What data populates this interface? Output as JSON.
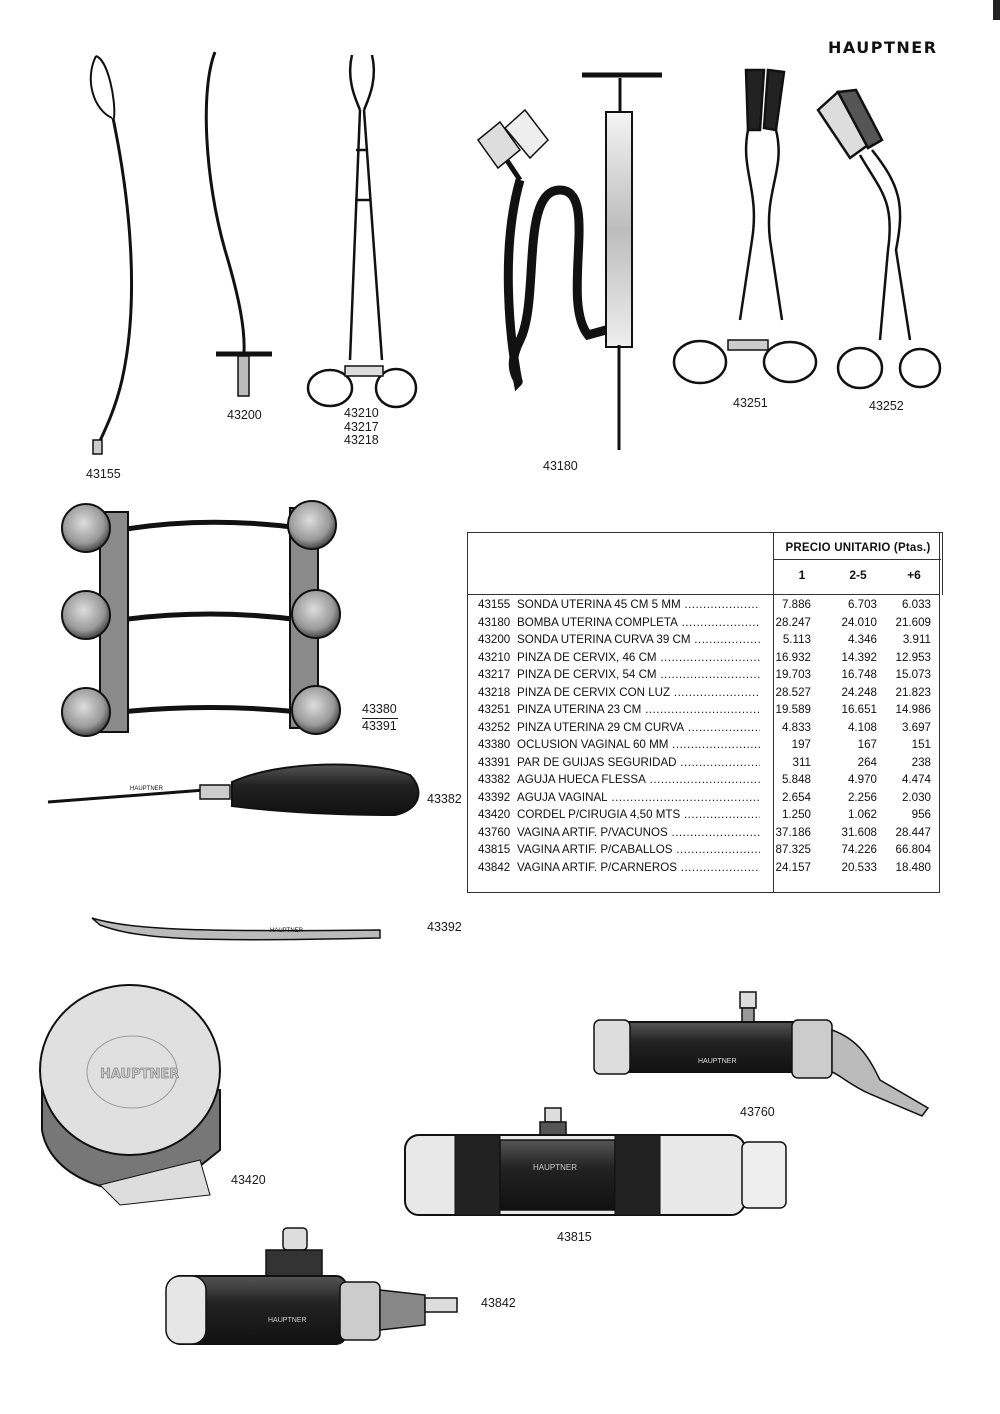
{
  "brand": "HAUPTNER",
  "product_labels": {
    "l43155": "43155",
    "l43200": "43200",
    "l43210": "43210",
    "l43217": "43217",
    "l43218": "43218",
    "l43180": "43180",
    "l43251": "43251",
    "l43252": "43252",
    "l43380": "43380",
    "l43391": "43391",
    "l43382": "43382",
    "l43392": "43392",
    "l43420": "43420",
    "l43760": "43760",
    "l43815": "43815",
    "l43842": "43842"
  },
  "price_table": {
    "title": "PRECIO UNITARIO (Ptas.)",
    "columns": [
      "1",
      "2-5",
      "+6"
    ],
    "rows": [
      {
        "code": "43155",
        "desc": "SONDA UTERINA 45 CM 5 MM",
        "p1": "7.886",
        "p2": "6.703",
        "p3": "6.033"
      },
      {
        "code": "43180",
        "desc": "BOMBA UTERINA COMPLETA",
        "p1": "28.247",
        "p2": "24.010",
        "p3": "21.609"
      },
      {
        "code": "43200",
        "desc": "SONDA UTERINA CURVA 39 CM",
        "p1": "5.113",
        "p2": "4.346",
        "p3": "3.911"
      },
      {
        "code": "43210",
        "desc": "PINZA DE CERVIX, 46 CM",
        "p1": "16.932",
        "p2": "14.392",
        "p3": "12.953"
      },
      {
        "code": "43217",
        "desc": "PINZA DE CERVIX, 54 CM",
        "p1": "19.703",
        "p2": "16.748",
        "p3": "15.073"
      },
      {
        "code": "43218",
        "desc": "PINZA DE CERVIX CON LUZ",
        "p1": "28.527",
        "p2": "24.248",
        "p3": "21.823"
      },
      {
        "code": "43251",
        "desc": "PINZA UTERINA 23 CM",
        "p1": "19.589",
        "p2": "16.651",
        "p3": "14.986"
      },
      {
        "code": "43252",
        "desc": "PINZA UTERINA 29 CM CURVA",
        "p1": "4.833",
        "p2": "4.108",
        "p3": "3.697"
      },
      {
        "code": "43380",
        "desc": "OCLUSION VAGINAL 60 MM",
        "p1": "197",
        "p2": "167",
        "p3": "151"
      },
      {
        "code": "43391",
        "desc": "PAR DE GUIJAS SEGURIDAD",
        "p1": "311",
        "p2": "264",
        "p3": "238"
      },
      {
        "code": "43382",
        "desc": "AGUJA HUECA FLESSA",
        "p1": "5.848",
        "p2": "4.970",
        "p3": "4.474"
      },
      {
        "code": "43392",
        "desc": "AGUJA VAGINAL",
        "p1": "2.654",
        "p2": "2.256",
        "p3": "2.030"
      },
      {
        "code": "43420",
        "desc": "CORDEL P/CIRUGIA 4,50 MTS",
        "p1": "1.250",
        "p2": "1.062",
        "p3": "956"
      },
      {
        "code": "43760",
        "desc": "VAGINA ARTIF. P/VACUNOS",
        "p1": "37.186",
        "p2": "31.608",
        "p3": "28.447"
      },
      {
        "code": "43815",
        "desc": "VAGINA ARTIF. P/CABALLOS",
        "p1": "87.325",
        "p2": "74.226",
        "p3": "66.804"
      },
      {
        "code": "43842",
        "desc": "VAGINA ARTIF. P/CARNEROS",
        "p1": "24.157",
        "p2": "20.533",
        "p3": "18.480"
      }
    ]
  },
  "engraved_text": {
    "needle": "HAUPTNER",
    "vaginal_needle": "HAUPTNER",
    "cord_tin": "HAUPTNER",
    "vagina_vacunos": "HAUPTNER",
    "vagina_caballos": "HAUPTNER",
    "vagina_carneros": "HAUPTNER"
  },
  "icons": [
    "uterine-probe-icon",
    "curved-probe-icon",
    "cervix-forceps-icon",
    "uterine-pump-icon",
    "uterine-forceps-icon",
    "curved-uterine-forceps-icon",
    "vaginal-occlusion-clamp-icon",
    "hollow-needle-icon",
    "vaginal-needle-icon",
    "suture-cord-tin-icon",
    "artificial-vagina-icon"
  ]
}
